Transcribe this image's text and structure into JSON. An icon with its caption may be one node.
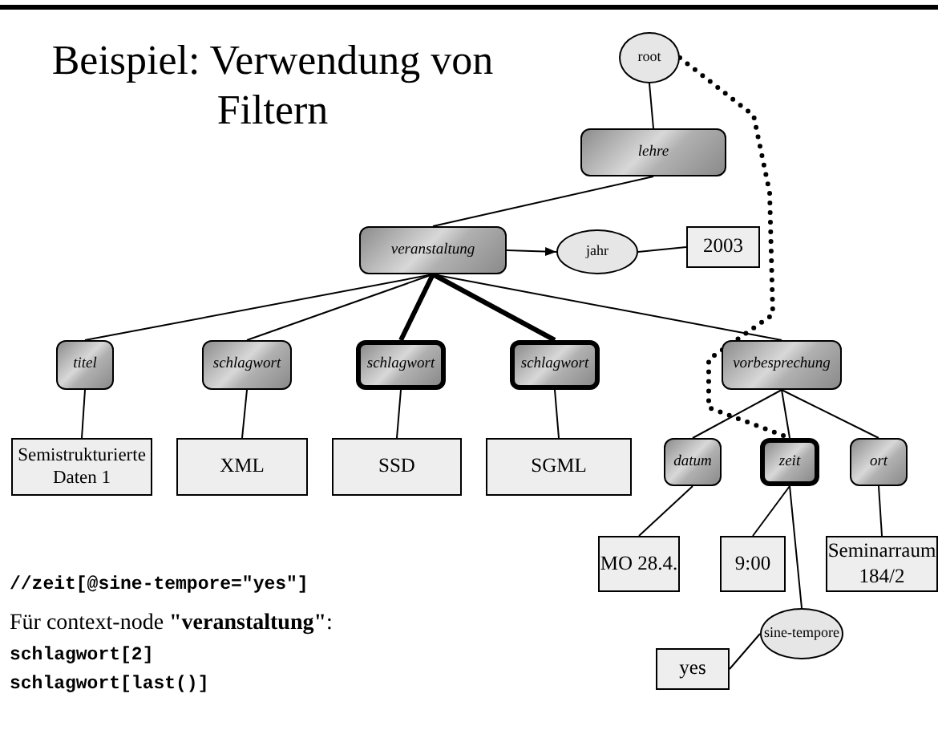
{
  "diagram": {
    "title": "Beispiel: Verwendung von Filtern",
    "nodes": [
      {
        "text": [
          "root"
        ]
      },
      {
        "text": [
          "lehre"
        ]
      },
      {
        "text": [
          "veranstaltung"
        ]
      },
      {
        "text": [
          "jahr"
        ]
      },
      {
        "text": [
          "2003"
        ]
      },
      {
        "text": [
          "titel"
        ]
      },
      {
        "text": [
          "schlagwort"
        ]
      },
      {
        "text": [
          "schlagwort"
        ]
      },
      {
        "text": [
          "schlagwort"
        ]
      },
      {
        "text": [
          "vorbesprechung"
        ]
      },
      {
        "text": [
          "Semistrukturierte Daten 1"
        ]
      },
      {
        "text": [
          "XML"
        ]
      },
      {
        "text": [
          "SSD"
        ]
      },
      {
        "text": [
          "SGML"
        ]
      },
      {
        "text": [
          "datum"
        ]
      },
      {
        "text": [
          "zeit"
        ]
      },
      {
        "text": [
          "ort"
        ]
      },
      {
        "text": [
          "MO 28.4."
        ]
      },
      {
        "text": [
          "9:00"
        ]
      },
      {
        "text": [
          "Seminarraum 184/2"
        ]
      },
      {
        "text": [
          "sine-tempore"
        ]
      },
      {
        "text": [
          "yes"
        ]
      }
    ],
    "edges": [
      {
        "from": 0,
        "to": 1,
        "arrow": "none"
      },
      {
        "from": 1,
        "to": 2,
        "arrow": "none"
      },
      {
        "from": 2,
        "to": 3,
        "arrow": "to"
      },
      {
        "from": 3,
        "to": 4,
        "arrow": "none"
      },
      {
        "from": 2,
        "to": 5,
        "arrow": "none"
      },
      {
        "from": 2,
        "to": 6,
        "arrow": "none"
      },
      {
        "from": 2,
        "to": 7,
        "arrow": "none",
        "style": "thick"
      },
      {
        "from": 2,
        "to": 8,
        "arrow": "none",
        "style": "thick"
      },
      {
        "from": 2,
        "to": 9,
        "arrow": "none"
      },
      {
        "from": 5,
        "to": 10,
        "arrow": "none"
      },
      {
        "from": 6,
        "to": 11,
        "arrow": "none"
      },
      {
        "from": 7,
        "to": 12,
        "arrow": "none"
      },
      {
        "from": 8,
        "to": 13,
        "arrow": "none"
      },
      {
        "from": 9,
        "to": 14,
        "arrow": "none"
      },
      {
        "from": 9,
        "to": 15,
        "arrow": "none"
      },
      {
        "from": 9,
        "to": 16,
        "arrow": "none"
      },
      {
        "from": 14,
        "to": 17,
        "arrow": "none"
      },
      {
        "from": 15,
        "to": 18,
        "arrow": "none"
      },
      {
        "from": 15,
        "to": 20,
        "arrow": "none"
      },
      {
        "from": 20,
        "to": 21,
        "arrow": "none"
      },
      {
        "from": 16,
        "to": 19,
        "arrow": "none"
      },
      {
        "from": 0,
        "to": 15,
        "arrow": "none",
        "style": "dashed"
      }
    ],
    "labels": [
      "//zeit[@sine-tempore=\"yes\"]",
      "Für context-node **\"veranstaltung\"**:",
      "schlagwort[2]",
      "schlagwort[last()]"
    ]
  }
}
